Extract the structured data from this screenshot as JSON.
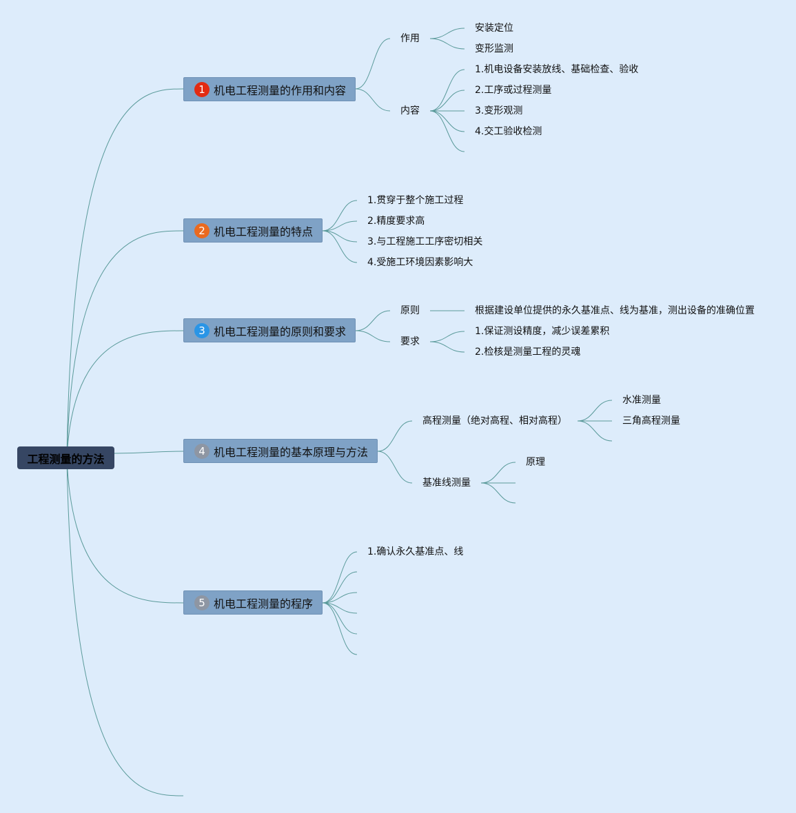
{
  "colors": {
    "background": "#ddecfb",
    "root_fill": "#364663",
    "branch_fill": "#7fa2c6",
    "connector": "#5a9a9a"
  },
  "root": {
    "label": "工程测量的方法"
  },
  "branches": [
    {
      "number": "1",
      "badge_color": "#e32b12",
      "label": "机电工程测量的作用和内容",
      "children": [
        {
          "label": "作用",
          "children": [
            {
              "label": "安装定位"
            },
            {
              "label": "变形监测"
            }
          ]
        },
        {
          "label": "内容",
          "children": [
            {
              "label": "1.机电设备安装放线、基础检查、验收"
            },
            {
              "label": "2.工序或过程测量"
            },
            {
              "label": "3.变形观测"
            },
            {
              "label": "4.交工验收检测"
            },
            {
              "label": ""
            }
          ]
        }
      ]
    },
    {
      "number": "2",
      "badge_color": "#ea6a1f",
      "label": "机电工程测量的特点",
      "children": [
        {
          "label": "1.贯穿于整个施工过程"
        },
        {
          "label": "2.精度要求高"
        },
        {
          "label": "3.与工程施工工序密切相关"
        },
        {
          "label": "4.受施工环境因素影响大"
        }
      ]
    },
    {
      "number": "3",
      "badge_color": "#2a95e6",
      "label": "机电工程测量的原则和要求",
      "children": [
        {
          "label": "原则",
          "children": [
            {
              "label": "根据建设单位提供的永久基准点、线为基准，测出设备的准确位置"
            }
          ]
        },
        {
          "label": "要求",
          "children": [
            {
              "label": "1.保证测设精度，减少误差累积"
            },
            {
              "label": "2.检核是测量工程的灵魂"
            }
          ]
        }
      ]
    },
    {
      "number": "4",
      "badge_color": "#8e96a3",
      "label": "机电工程测量的基本原理与方法",
      "children": [
        {
          "label": "高程测量（绝对高程、相对高程）",
          "children": [
            {
              "label": "水准测量"
            },
            {
              "label": "三角高程测量"
            },
            {
              "label": ""
            }
          ]
        },
        {
          "label": "基准线测量",
          "children": [
            {
              "label": "原理"
            },
            {
              "label": ""
            },
            {
              "label": ""
            }
          ]
        }
      ]
    },
    {
      "number": "5",
      "badge_color": "#8e96a3",
      "label": "机电工程测量的程序",
      "children": [
        {
          "label": "1.确认永久基准点、线"
        },
        {
          "label": ""
        },
        {
          "label": ""
        },
        {
          "label": ""
        },
        {
          "label": ""
        },
        {
          "label": ""
        }
      ]
    }
  ]
}
